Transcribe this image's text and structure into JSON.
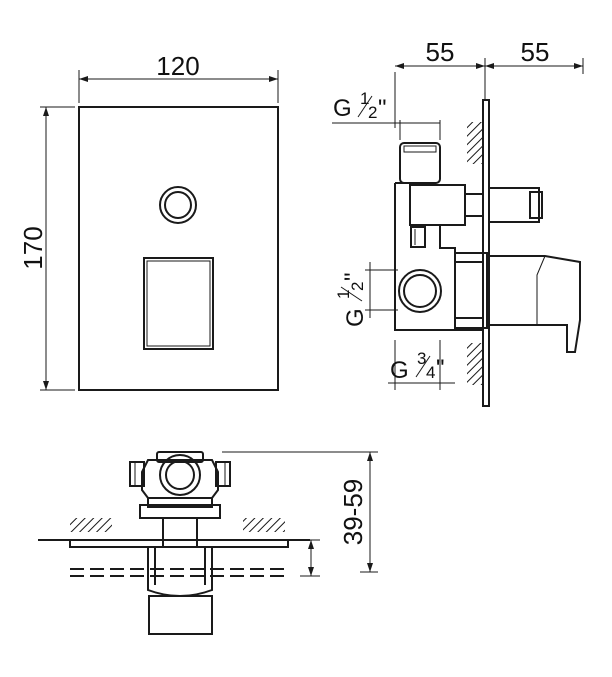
{
  "dimensions": {
    "front_width": "120",
    "front_height": "170",
    "side_depth_left": "55",
    "side_depth_right": "55",
    "wall_depth_range": "39-59"
  },
  "connections": {
    "top": {
      "prefix": "G",
      "num": "1",
      "den": "2",
      "suffix": "\""
    },
    "middle": {
      "prefix": "G",
      "num": "1",
      "den": "2",
      "suffix": "\""
    },
    "bottom": {
      "prefix": "G",
      "num": "3",
      "den": "4",
      "suffix": "\""
    }
  },
  "colors": {
    "line": "#1a1a1a",
    "background": "#ffffff"
  }
}
